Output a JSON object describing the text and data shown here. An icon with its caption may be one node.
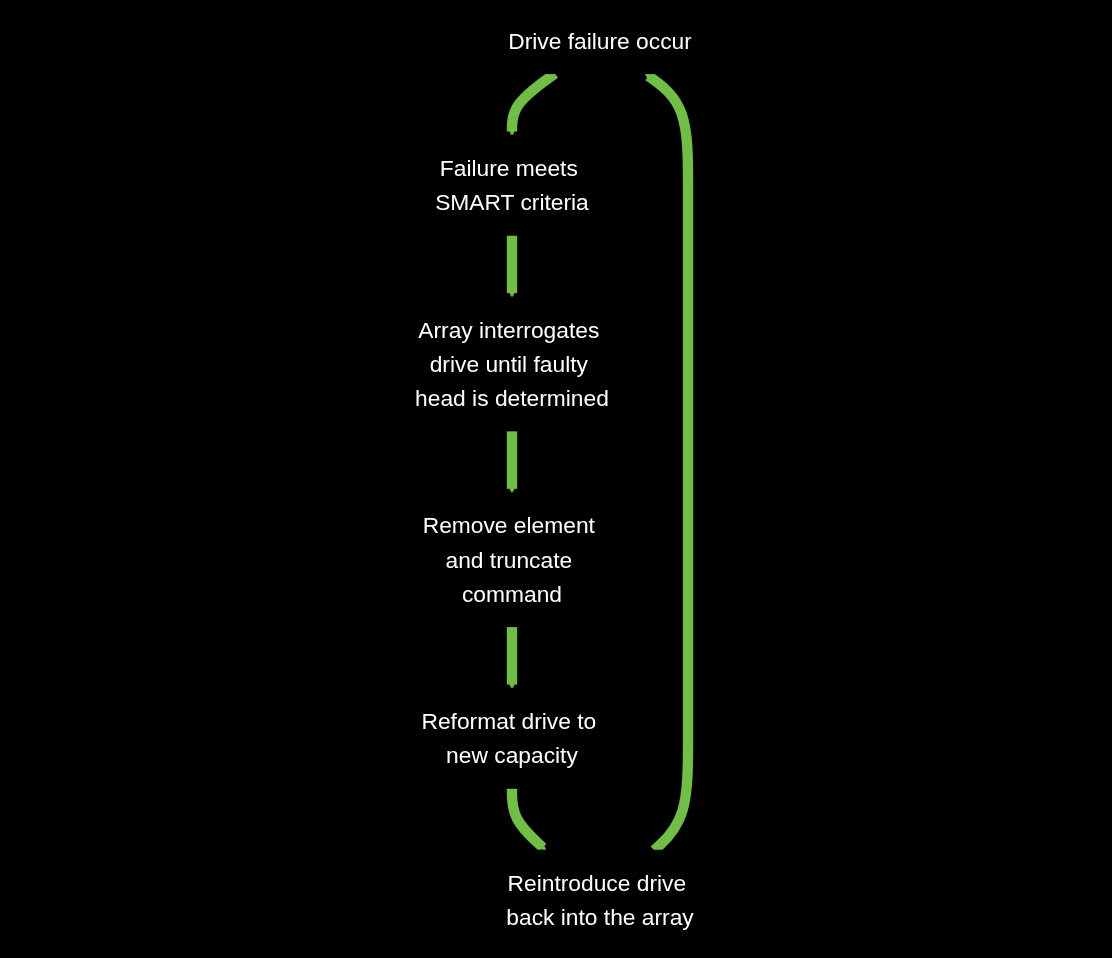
{
  "diagram": {
    "nodes": [
      {
        "text": [
          "Drive failure occur"
        ]
      },
      {
        "text": [
          "Failure meets SMART criteria"
        ]
      },
      {
        "text": [
          "Array interrogates drive until faulty head is determined"
        ]
      },
      {
        "text": [
          "Remove element and truncate command"
        ]
      },
      {
        "text": [
          "Reformat drive to new capacity"
        ]
      },
      {
        "text": [
          "Reintroduce drive back into the array"
        ]
      }
    ],
    "edges": [
      {
        "from": 0,
        "to": 1,
        "arrow": "to"
      },
      {
        "from": 1,
        "to": 2,
        "arrow": "to"
      },
      {
        "from": 2,
        "to": 3,
        "arrow": "to"
      },
      {
        "from": 3,
        "to": 4,
        "arrow": "to"
      },
      {
        "from": 4,
        "to": 5,
        "arrow": "to"
      },
      {
        "from": 5,
        "to": 0,
        "arrow": "to"
      }
    ]
  }
}
